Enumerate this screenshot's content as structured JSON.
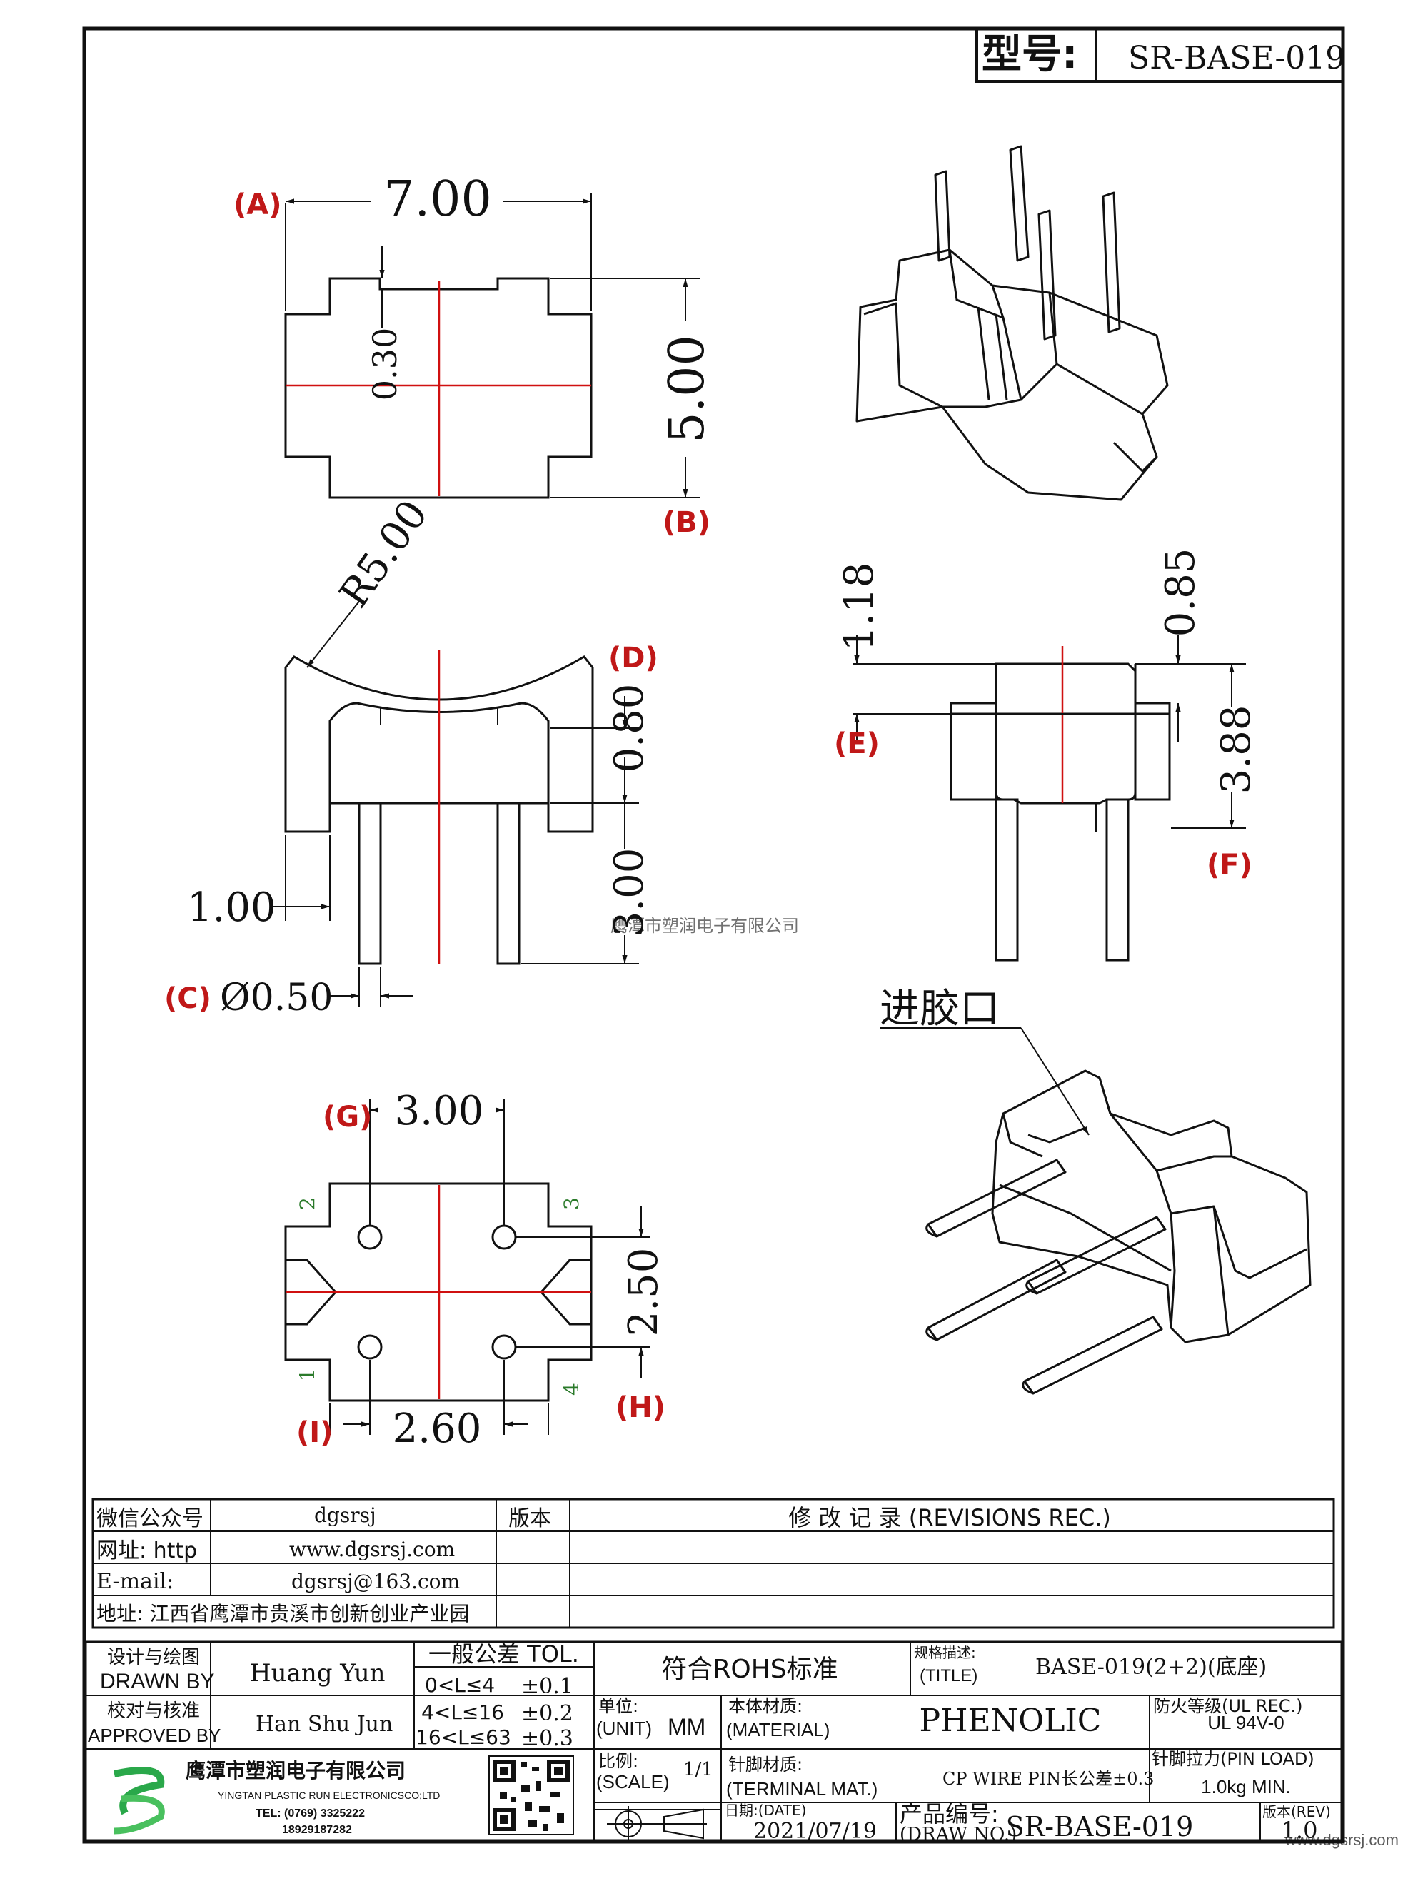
{
  "header": {
    "model_label": "型号:",
    "model_value": "SR-BASE-019"
  },
  "dimensions": {
    "top_width": "7.00",
    "top_height": "5.00",
    "top_notch": "0.30",
    "radius": "R5.00",
    "d_dim": "0.80",
    "pin_len": "3.00",
    "side_offset": "1.00",
    "pin_dia": "Ø0.50",
    "e_dim": "1.18",
    "e2_dim": "0.85",
    "f_dim": "3.88",
    "g_dim": "3.00",
    "h_dim": "2.50",
    "i_dim": "2.60"
  },
  "labels": {
    "A": "A",
    "B": "B",
    "C": "C",
    "D": "D",
    "E": "E",
    "F": "F",
    "G": "G",
    "H": "H",
    "I": "I"
  },
  "pins": {
    "p1": "1",
    "p2": "2",
    "p3": "3",
    "p4": "4"
  },
  "gate_label": "进胶口",
  "watermark": "鹰潭市塑润电子有限公司",
  "info": {
    "wechat_label": "微信公众号",
    "wechat_value": "dgsrsj",
    "web_label": "网址: http",
    "web_value": "www.dgsrsj.com",
    "email_label": "E-mail:",
    "email_value": "dgsrsj@163.com",
    "address": "地址: 江西省鹰潭市贵溪市创新创业产业园",
    "version_label": "版本",
    "revisions_title": "修 改 记 录  (REVISIONS REC.)"
  },
  "title_block": {
    "drawn_cn": "设计与绘图",
    "drawn_en": "DRAWN BY",
    "drawn_name": "Huang  Yun",
    "approved_cn": "校对与核准",
    "approved_en": "APPROVED BY",
    "approved_name": "Han Shu Jun",
    "tol_title": "一般公差  TOL.",
    "tol_rows": [
      {
        "range": "0<L≤4",
        "tol": "±0.1"
      },
      {
        "range": "4<L≤16",
        "tol": "±0.2"
      },
      {
        "range": "16<L≤63",
        "tol": "±0.3"
      }
    ],
    "rohs": "符合ROHS标准",
    "title_cn": "规格描述:",
    "title_en": "(TITLE)",
    "title_value": "BASE-019(2+2)(底座)",
    "unit_cn": "单位:",
    "unit_en": "(UNIT)",
    "unit_value": "MM",
    "material_cn": "本体材质:",
    "material_en": "(MATERIAL)",
    "material_value": "PHENOLIC",
    "ul_cn": "防火等级(UL REC.)",
    "ul_value": "UL 94V-0",
    "scale_cn": "比例:",
    "scale_en": "(SCALE)",
    "scale_value": "1/1",
    "terminal_cn": "针脚材质:",
    "terminal_en": "(TERMINAL MAT.)",
    "terminal_value": "CP WIRE  PIN长公差±0.3",
    "pinload_cn": "针脚拉力(PIN LOAD)",
    "pinload_value": "1.0kg MIN.",
    "company_cn": "鹰潭市塑润电子有限公司",
    "company_en": "YINGTAN PLASTIC RUN ELECTRONICSCO;LTD",
    "tel": "TEL: (0769) 3325222",
    "mobile": "18929187282",
    "date_cn": "日期:(DATE)",
    "date_value": "2021/07/19",
    "drawno_cn": "产品编号:",
    "drawno_en": "(DRAW NO.)",
    "drawno_value": "SR-BASE-019",
    "rev_cn": "版本(REV)",
    "rev_value": "1.0",
    "site": "www.dgsrsj.com"
  }
}
